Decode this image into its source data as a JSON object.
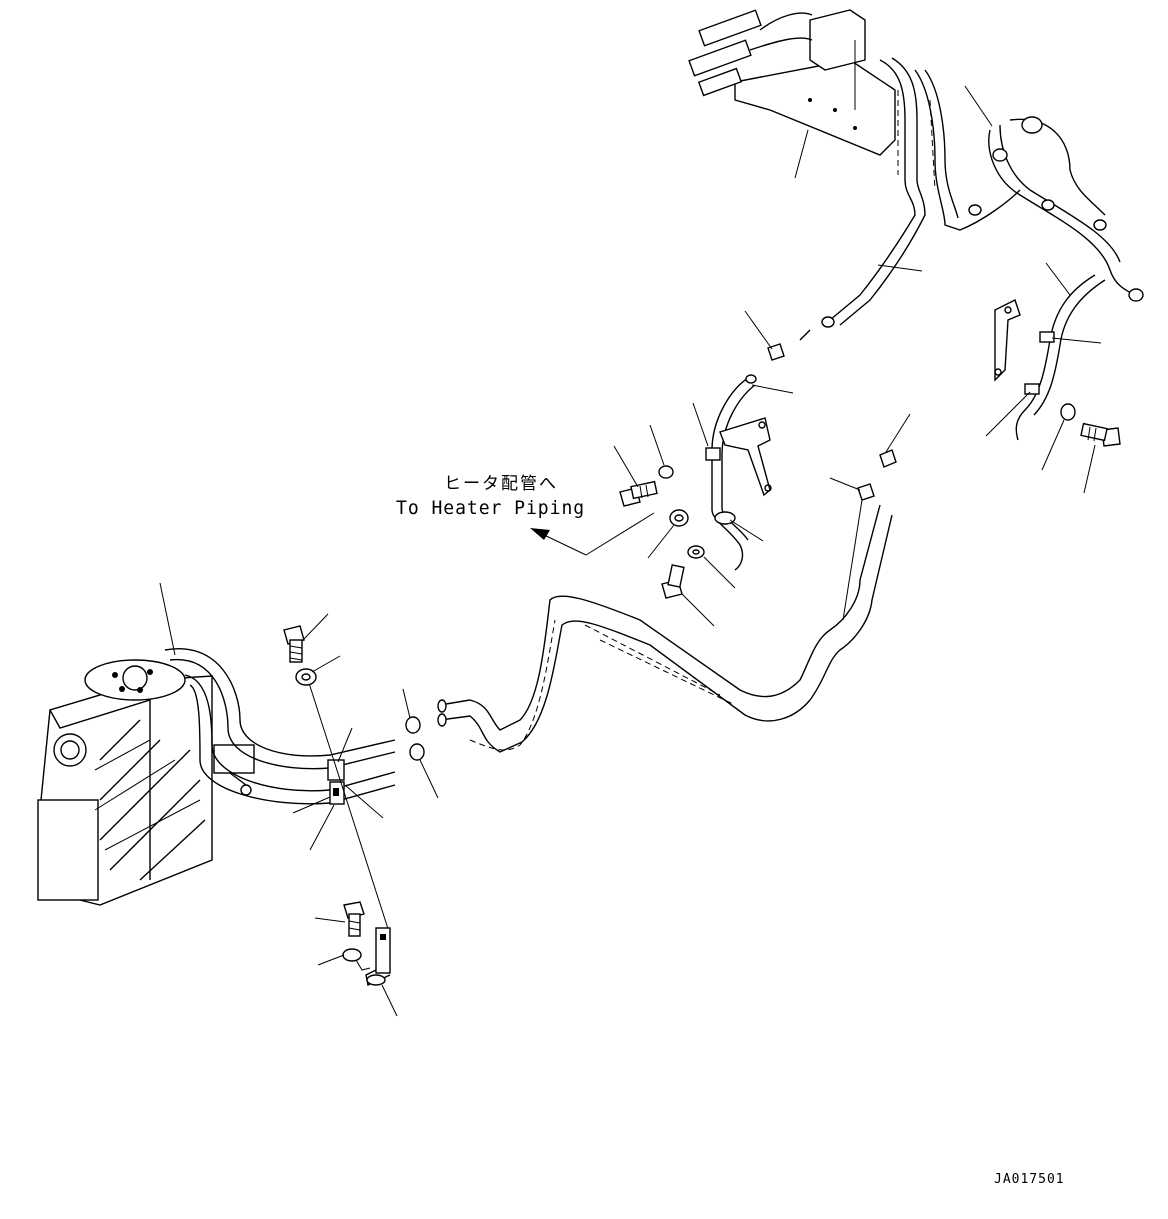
{
  "annotation": {
    "heater_piping_jp": "ヒータ配管へ",
    "heater_piping_en": "To Heater Piping"
  },
  "drawing_id": "JA017501"
}
